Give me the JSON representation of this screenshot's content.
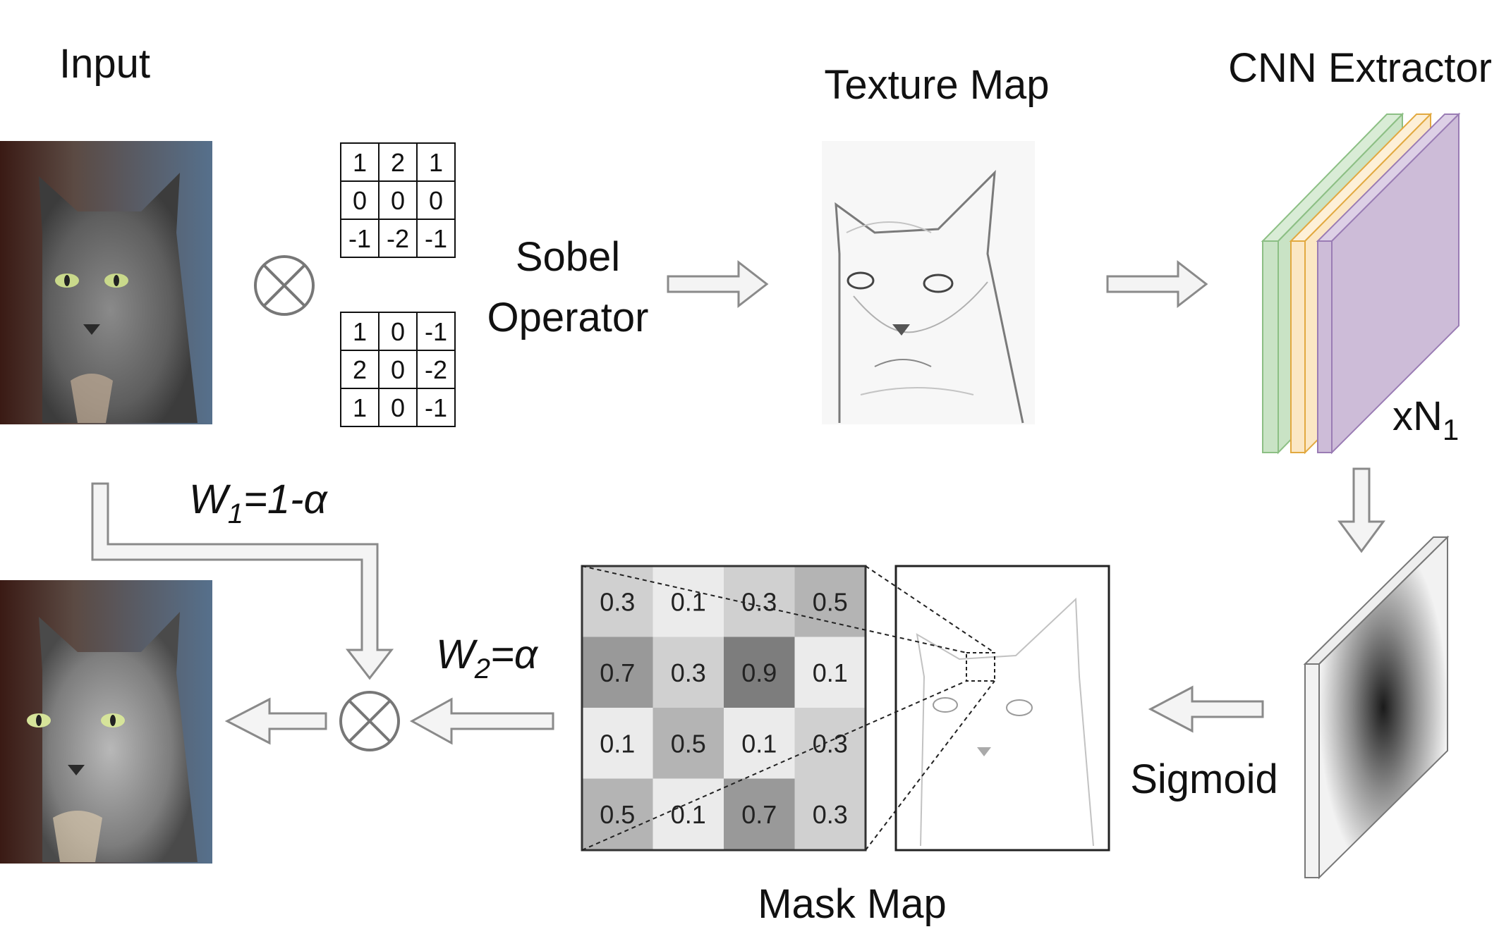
{
  "labels": {
    "input": "Input",
    "sobel_line1": "Sobel",
    "sobel_line2": "Operator",
    "texture_map": "Texture Map",
    "cnn_extractor": "CNN Extractor",
    "n1_prefix": "xN",
    "n1_sub": "1",
    "sigmoid": "Sigmoid",
    "mask_map": "Mask Map",
    "w1_main": "W",
    "w1_sub": "1",
    "w1_rest": "=1-α",
    "w2_main": "W",
    "w2_sub": "2",
    "w2_rest": "=α"
  },
  "kernels": {
    "gx": [
      [
        "1",
        "2",
        "1"
      ],
      [
        "0",
        "0",
        "0"
      ],
      [
        "-1",
        "-2",
        "-1"
      ]
    ],
    "gy": [
      [
        "1",
        "0",
        "-1"
      ],
      [
        "2",
        "0",
        "-2"
      ],
      [
        "1",
        "0",
        "-1"
      ]
    ]
  },
  "mask_grid": [
    [
      "0.3",
      "0.1",
      "0.3",
      "0.5"
    ],
    [
      "0.7",
      "0.3",
      "0.9",
      "0.1"
    ],
    [
      "0.1",
      "0.5",
      "0.1",
      "0.3"
    ],
    [
      "0.5",
      "0.1",
      "0.7",
      "0.3"
    ]
  ],
  "colors": {
    "layer_green": "#c9e3c5",
    "layer_green_edge": "#8cbf84",
    "layer_orange": "#fbe7c4",
    "layer_orange_edge": "#e2a940",
    "layer_purple": "#cdbcd8",
    "layer_purple_edge": "#9a7cb4",
    "arrow_fill": "#f4f4f4",
    "arrow_stroke": "#8a8a8a"
  }
}
